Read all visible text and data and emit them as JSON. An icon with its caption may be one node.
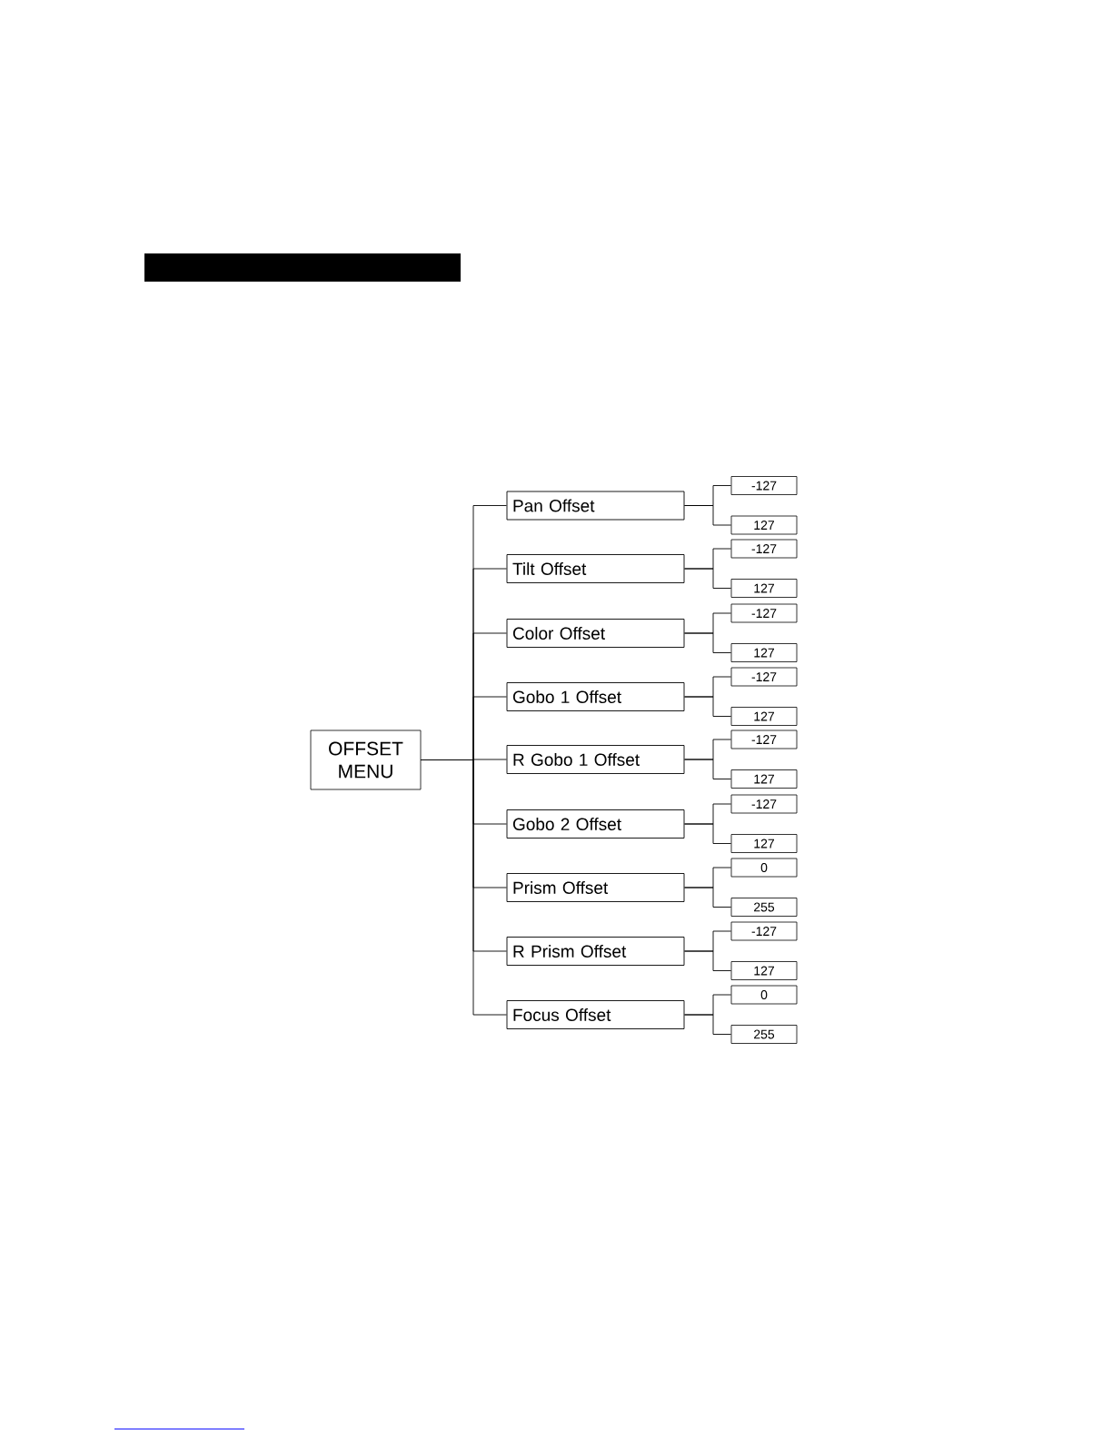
{
  "diagram": {
    "nodes": [
      {
        "text": [
          "OFFSET MENU"
        ]
      },
      {
        "text": [
          "Pan Offset"
        ]
      },
      {
        "text": [
          "Tilt Offset"
        ]
      },
      {
        "text": [
          "Color Offset"
        ]
      },
      {
        "text": [
          "Gobo 1 Offset"
        ]
      },
      {
        "text": [
          "R Gobo 1 Offset"
        ]
      },
      {
        "text": [
          "Gobo 2 Offset"
        ]
      },
      {
        "text": [
          "Prism Offset"
        ]
      },
      {
        "text": [
          "R Prism Offset"
        ]
      },
      {
        "text": [
          "Focus Offset"
        ]
      },
      {
        "text": [
          "-127"
        ]
      },
      {
        "text": [
          "127"
        ]
      },
      {
        "text": [
          "-127"
        ]
      },
      {
        "text": [
          "127"
        ]
      },
      {
        "text": [
          "-127"
        ]
      },
      {
        "text": [
          "127"
        ]
      },
      {
        "text": [
          "-127"
        ]
      },
      {
        "text": [
          "127"
        ]
      },
      {
        "text": [
          "-127"
        ]
      },
      {
        "text": [
          "127"
        ]
      },
      {
        "text": [
          "-127"
        ]
      },
      {
        "text": [
          "127"
        ]
      },
      {
        "text": [
          "0"
        ]
      },
      {
        "text": [
          "255"
        ]
      },
      {
        "text": [
          "-127"
        ]
      },
      {
        "text": [
          "127"
        ]
      },
      {
        "text": [
          "0"
        ]
      },
      {
        "text": [
          "255"
        ]
      }
    ],
    "edges": [
      {
        "from": 0,
        "to": 1,
        "arrow": "none"
      },
      {
        "from": 0,
        "to": 2,
        "arrow": "none"
      },
      {
        "from": 0,
        "to": 3,
        "arrow": "none"
      },
      {
        "from": 0,
        "to": 4,
        "arrow": "none"
      },
      {
        "from": 0,
        "to": 5,
        "arrow": "none"
      },
      {
        "from": 0,
        "to": 6,
        "arrow": "none"
      },
      {
        "from": 0,
        "to": 7,
        "arrow": "none"
      },
      {
        "from": 0,
        "to": 8,
        "arrow": "none"
      },
      {
        "from": 0,
        "to": 9,
        "arrow": "none"
      },
      {
        "from": 1,
        "to": 10,
        "arrow": "none"
      },
      {
        "from": 1,
        "to": 11,
        "arrow": "none"
      },
      {
        "from": 2,
        "to": 12,
        "arrow": "none"
      },
      {
        "from": 2,
        "to": 13,
        "arrow": "none"
      },
      {
        "from": 3,
        "to": 14,
        "arrow": "none"
      },
      {
        "from": 3,
        "to": 15,
        "arrow": "none"
      },
      {
        "from": 4,
        "to": 16,
        "arrow": "none"
      },
      {
        "from": 4,
        "to": 17,
        "arrow": "none"
      },
      {
        "from": 5,
        "to": 18,
        "arrow": "none"
      },
      {
        "from": 5,
        "to": 19,
        "arrow": "none"
      },
      {
        "from": 6,
        "to": 20,
        "arrow": "none"
      },
      {
        "from": 6,
        "to": 21,
        "arrow": "none"
      },
      {
        "from": 7,
        "to": 22,
        "arrow": "none"
      },
      {
        "from": 7,
        "to": 23,
        "arrow": "none"
      },
      {
        "from": 8,
        "to": 24,
        "arrow": "none"
      },
      {
        "from": 8,
        "to": 25,
        "arrow": "none"
      },
      {
        "from": 9,
        "to": 26,
        "arrow": "none"
      },
      {
        "from": 9,
        "to": 27,
        "arrow": "none"
      }
    ]
  }
}
